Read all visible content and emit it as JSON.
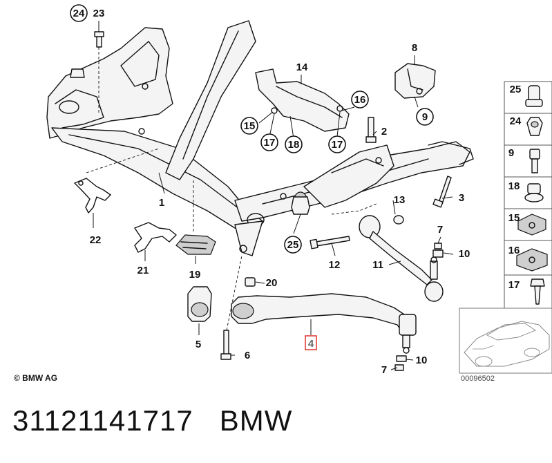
{
  "labels": {
    "p1": "1",
    "p2": "2",
    "p3": "3",
    "p4": "4",
    "p5": "5",
    "p6": "6",
    "p7a": "7",
    "p7b": "7",
    "p8": "8",
    "p9": "9",
    "p10a": "10",
    "p10b": "10",
    "p11": "11",
    "p12": "12",
    "p13": "13",
    "p14": "14",
    "p15": "15",
    "p16": "16",
    "p17a": "17",
    "p17b": "17",
    "p18": "18",
    "p19": "19",
    "p20": "20",
    "p21": "21",
    "p22": "22",
    "p23": "23",
    "p24": "24",
    "p25": "25"
  },
  "sidebar": {
    "items": [
      "25",
      "24",
      "9",
      "18",
      "15",
      "16",
      "17"
    ]
  },
  "copyright": "© BMW AG",
  "diagram_number": "00096502",
  "caption": "31121141717   BMW",
  "highlight_color": "#e0322c"
}
